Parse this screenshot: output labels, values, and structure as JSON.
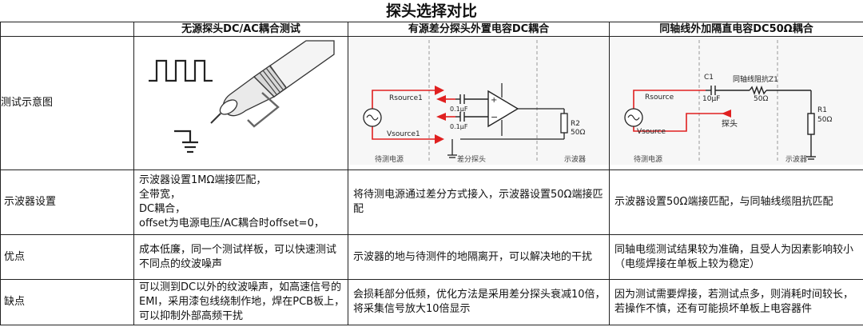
{
  "title": "探头选择对比",
  "columns": [
    "无源探头DC/AC耦合测试",
    "有源差分探头外置电容DC耦合",
    "同轴线外加隔直电容DC50Ω耦合"
  ],
  "rows": {
    "diagram": {
      "label": "测试示意图"
    },
    "scope_setting": {
      "label": "示波器设置",
      "cells": [
        "示波器设置1MΩ端接匹配，\n全带宽，\nDC耦合，\noffset为电源电压/AC耦合时offset=0，",
        "将待测电源通过差分方式接入，示波器设置50Ω端接匹配",
        "示波器设置50Ω端接匹配，与同轴线缆阻抗匹配"
      ]
    },
    "advantages": {
      "label": "优点",
      "cells": [
        "成本低廉，同一个测试样板，可以快速测试不同点的纹波噪声",
        "示波器的地与待测件的地隔离开，可以解决地的干扰",
        "同轴电缆测试结果较为准确，且受人为因素影响较小（电缆焊接在单板上较为稳定）"
      ]
    },
    "disadvantages": {
      "label": "缺点",
      "cells": [
        "可以测到DC以外的纹波噪声，如高速信号的EMI，采用漆包线绕制作地，焊在PCB板上，可以抑制外部高频干扰",
        "会损耗部分低频，优化方法是采用差分探头衰减10倍，将采集信号放大10倍显示",
        "因为测试需要焊接，若测试点多，则消耗时间较长，若操作不慎，还有可能损坏单板上电容器件"
      ]
    }
  },
  "diagram2": {
    "rsource": "Rsource1",
    "vsource": "Vsource1",
    "cap_top": "0.1μF",
    "cap_bottom": "0.1μF",
    "r2_name": "R2",
    "r2_value": "50Ω",
    "zone_left": "待测电源",
    "zone_mid": "差分探头",
    "zone_right": "示波器"
  },
  "diagram3": {
    "c1_name": "C1",
    "c1_value": "10μF",
    "z1_name": "同轴线阻抗Z1",
    "z1_value": "50Ω",
    "rsource": "Rsource",
    "vsource": "Vsource",
    "r1_name": "R1",
    "r1_value": "50Ω",
    "probe": "探头",
    "zone_left": "待测电源",
    "zone_right": "示波器"
  },
  "colors": {
    "wire_red": "#e02020",
    "grid": "#222222"
  }
}
